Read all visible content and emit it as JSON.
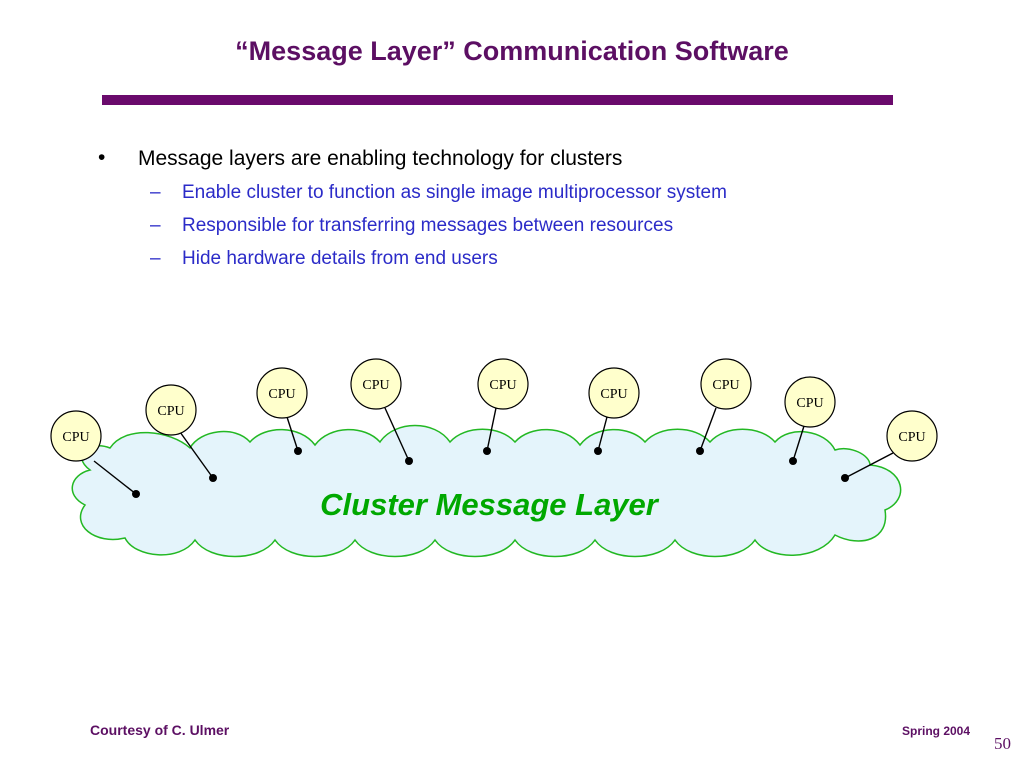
{
  "slide": {
    "title": "“Message Layer” Communication Software",
    "bullet": "Message layers are enabling technology for clusters",
    "bullet_marker": "•",
    "sub_marker": "–",
    "sub_bullets": [
      "Enable cluster to function as single image multiprocessor system",
      "Responsible for transferring messages between resources",
      "Hide hardware details from end users"
    ]
  },
  "diagram": {
    "cloud_label": "Cluster Message Layer",
    "cpu_label": "CPU",
    "colors": {
      "cloud_fill": "#e4f4fb",
      "cloud_stroke": "#23b823",
      "cloud_label": "#00a800",
      "node_fill": "#ffffcc"
    }
  },
  "footer": {
    "left": "Courtesy of C. Ulmer",
    "right": "Spring 2004",
    "page": "50"
  }
}
